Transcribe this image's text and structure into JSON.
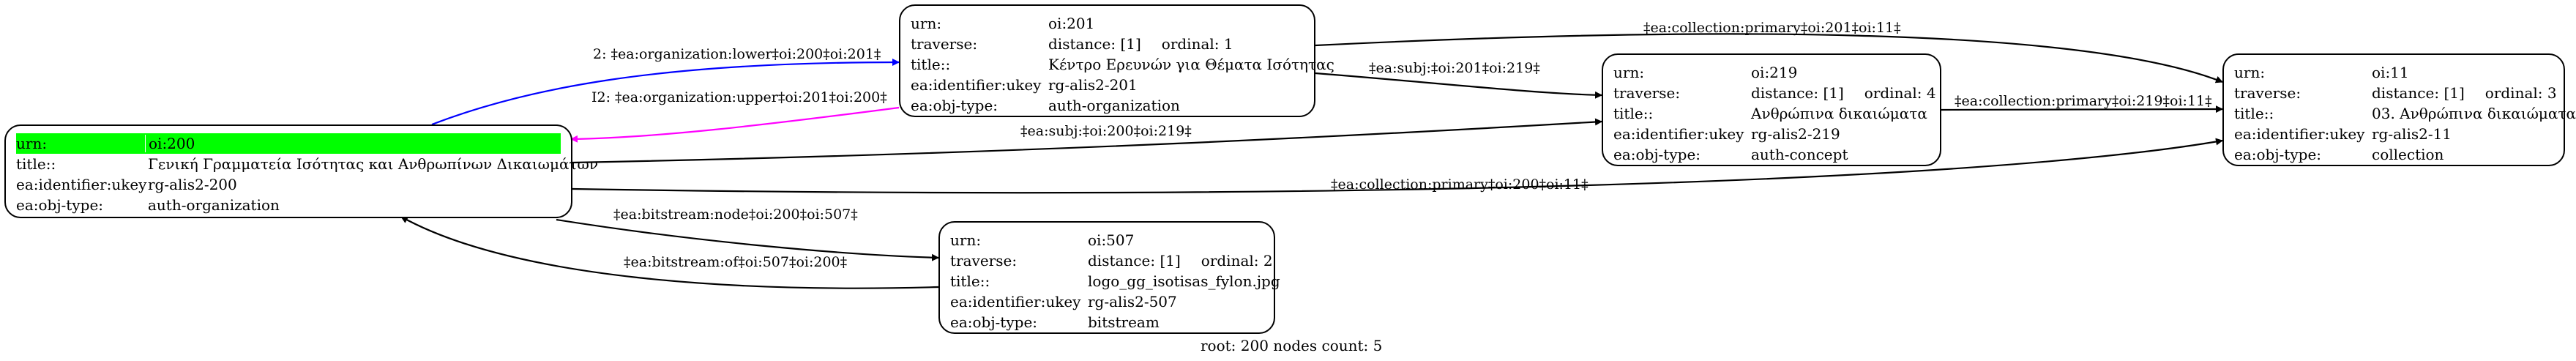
{
  "nodes": {
    "n200": {
      "urn_key": "urn:",
      "urn": "oi:200",
      "title_key": "title::",
      "title": "Γενική Γραμματεία Ισότητας και Ανθρωπίνων Δικαιωμάτων",
      "ukey_key": "ea:identifier:ukey",
      "ukey": "rg-alis2-200",
      "type_key": "ea:obj-type:",
      "type": "auth-organization"
    },
    "n201": {
      "urn_key": "urn:",
      "urn": "oi:201",
      "trav_key": "traverse:",
      "distance": "distance: [1]",
      "ordinal": "ordinal: 1",
      "title_key": "title::",
      "title": "Κέντρο Ερευνών για Θέματα Ισότητας",
      "ukey_key": "ea:identifier:ukey",
      "ukey": "rg-alis2-201",
      "type_key": "ea:obj-type:",
      "type": "auth-organization"
    },
    "n219": {
      "urn_key": "urn:",
      "urn": "oi:219",
      "trav_key": "traverse:",
      "distance": "distance: [1]",
      "ordinal": "ordinal: 4",
      "title_key": "title::",
      "title": "Ανθρώπινα δικαιώματα",
      "ukey_key": "ea:identifier:ukey",
      "ukey": "rg-alis2-219",
      "type_key": "ea:obj-type:",
      "type": "auth-concept"
    },
    "n11": {
      "urn_key": "urn:",
      "urn": "oi:11",
      "trav_key": "traverse:",
      "distance": "distance: [1]",
      "ordinal": "ordinal: 3",
      "title_key": "title::",
      "title": "03. Ανθρώπινα δικαιώματα",
      "ukey_key": "ea:identifier:ukey",
      "ukey": "rg-alis2-11",
      "type_key": "ea:obj-type:",
      "type": "collection"
    },
    "n507": {
      "urn_key": "urn:",
      "urn": "oi:507",
      "trav_key": "traverse:",
      "distance": "distance: [1]",
      "ordinal": "ordinal: 2",
      "title_key": "title::",
      "title": "logo_gg_isotisas_fylon.jpg",
      "ukey_key": "ea:identifier:ukey",
      "ukey": "rg-alis2-507",
      "type_key": "ea:obj-type:",
      "type": "bitstream"
    }
  },
  "edges": {
    "e200_201": "2: ‡ea:organization:lower‡oi:200‡oi:201‡",
    "e201_200": "I2: ‡ea:organization:upper‡oi:201‡oi:200‡",
    "e201_219": "‡ea:subj:‡oi:201‡oi:219‡",
    "e201_11": "‡ea:collection:primary‡oi:201‡oi:11‡",
    "e200_219": "‡ea:subj:‡oi:200‡oi:219‡",
    "e219_11": "‡ea:collection:primary‡oi:219‡oi:11‡",
    "e200_11": "‡ea:collection:primary‡oi:200‡oi:11‡",
    "e200_507": "‡ea:bitstream:node‡oi:200‡oi:507‡",
    "e507_200": "‡ea:bitstream:of‡oi:507‡oi:200‡"
  },
  "colors": {
    "lower": "#0000ff",
    "upper": "#ff00ff",
    "highlight": "#00ff00",
    "default": "#000000"
  },
  "footer": "root: 200 nodes count: 5"
}
